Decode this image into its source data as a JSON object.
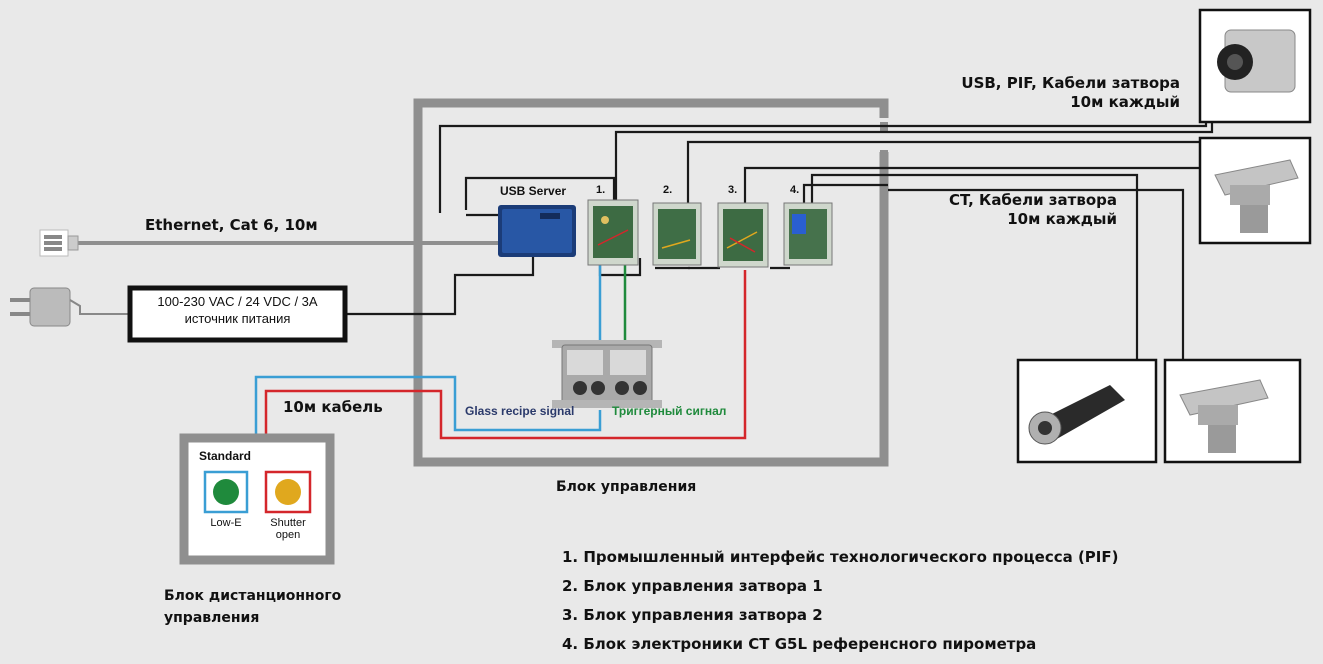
{
  "cameras_top_label": [
    "USB, PIF, Кабели затвора",
    "10м каждый"
  ],
  "ct_label": [
    "CT, Кабели затвора",
    "10м каждый"
  ],
  "usb_server_label": "USB Server",
  "module_numbers": [
    "1.",
    "2.",
    "3.",
    "4."
  ],
  "ethernet_label": "Ethernet, Cat 6, 10м",
  "power_supply": [
    "100-230 VAC / 24 VDC / 3A",
    "источник питания"
  ],
  "cable_10m_label": "10м кабель",
  "glass_signal_label": "Glass recipe signal",
  "trigger_signal_label": "Триггерный сигнал",
  "control_unit_label": "Блок управления",
  "remote": {
    "title": "Standard",
    "buttons": [
      {
        "label": "Low-E",
        "color": "#1f8a3c",
        "frame": "#3a9ed4"
      },
      {
        "label": "Shutter open",
        "color": "#e0a81e",
        "frame": "#d4262b"
      }
    ],
    "caption": [
      "Блок дистанционного",
      "управления"
    ]
  },
  "legend": [
    "1. Промышленный интерфейс технологического процесса (PIF)",
    "2. Блок управления затвора 1",
    "3. Блок управления затвора 2",
    "4. Блок электроники CT G5L референсного пирометра"
  ],
  "colors": {
    "cable_dark": "#1a1a1a",
    "enclosure": "#8f8f8f",
    "signal_blue": "#3a9ed4",
    "signal_red": "#d4262b",
    "signal_green": "#1f8a3c",
    "label_blue": "#2b3a6b"
  }
}
